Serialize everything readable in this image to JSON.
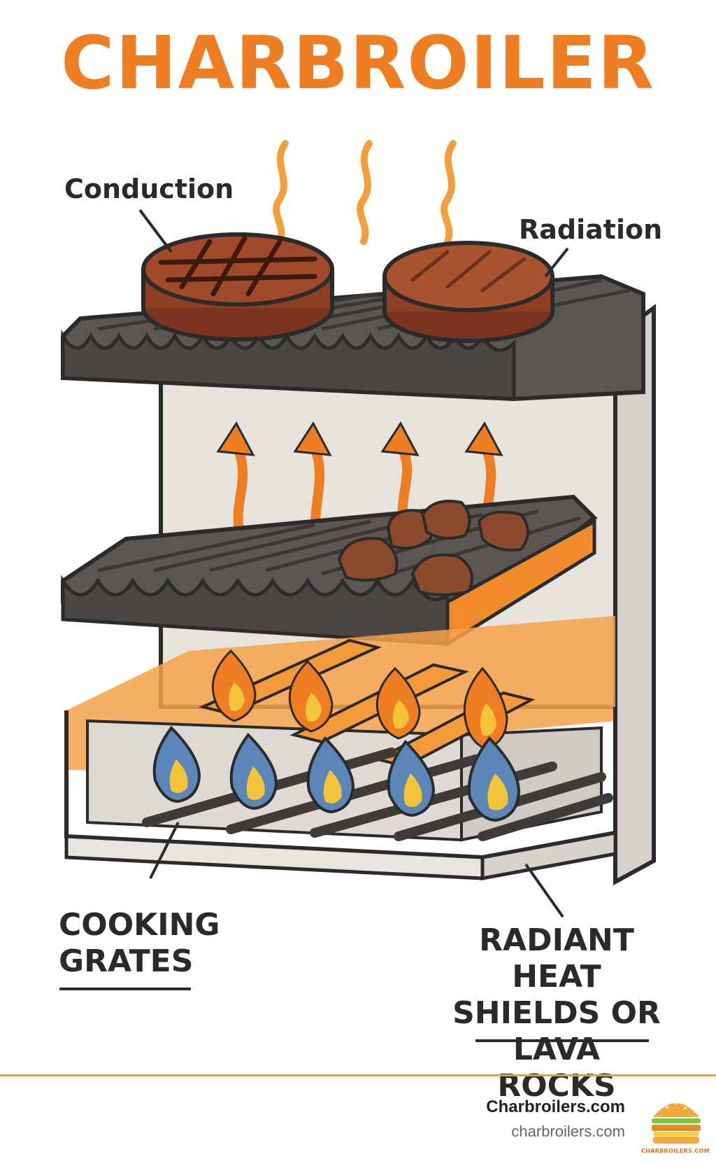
{
  "title": "CHARBROILER",
  "labels": {
    "conduction": "Conduction",
    "radiation": "Radiation",
    "cooking_grates_line1": "COOKING",
    "cooking_grates_line2": "GRATES",
    "radiant_line1": "RADIANT HEAT",
    "radiant_line2": "SHIELDS OR",
    "radiant_line3": "LAVA ROCKS"
  },
  "footer": {
    "site_name": "Charbroilers.com",
    "site_url": "charbroilers.com",
    "logo_text": "CHARBROILERS.COM"
  },
  "colors": {
    "accent": "#ef7d22",
    "grate": "#5e5a55",
    "patty": "#9c4a2c",
    "flame_blue": "#5a86b8",
    "flame_yellow": "#f3c33a",
    "frame": "#e4e0da"
  }
}
